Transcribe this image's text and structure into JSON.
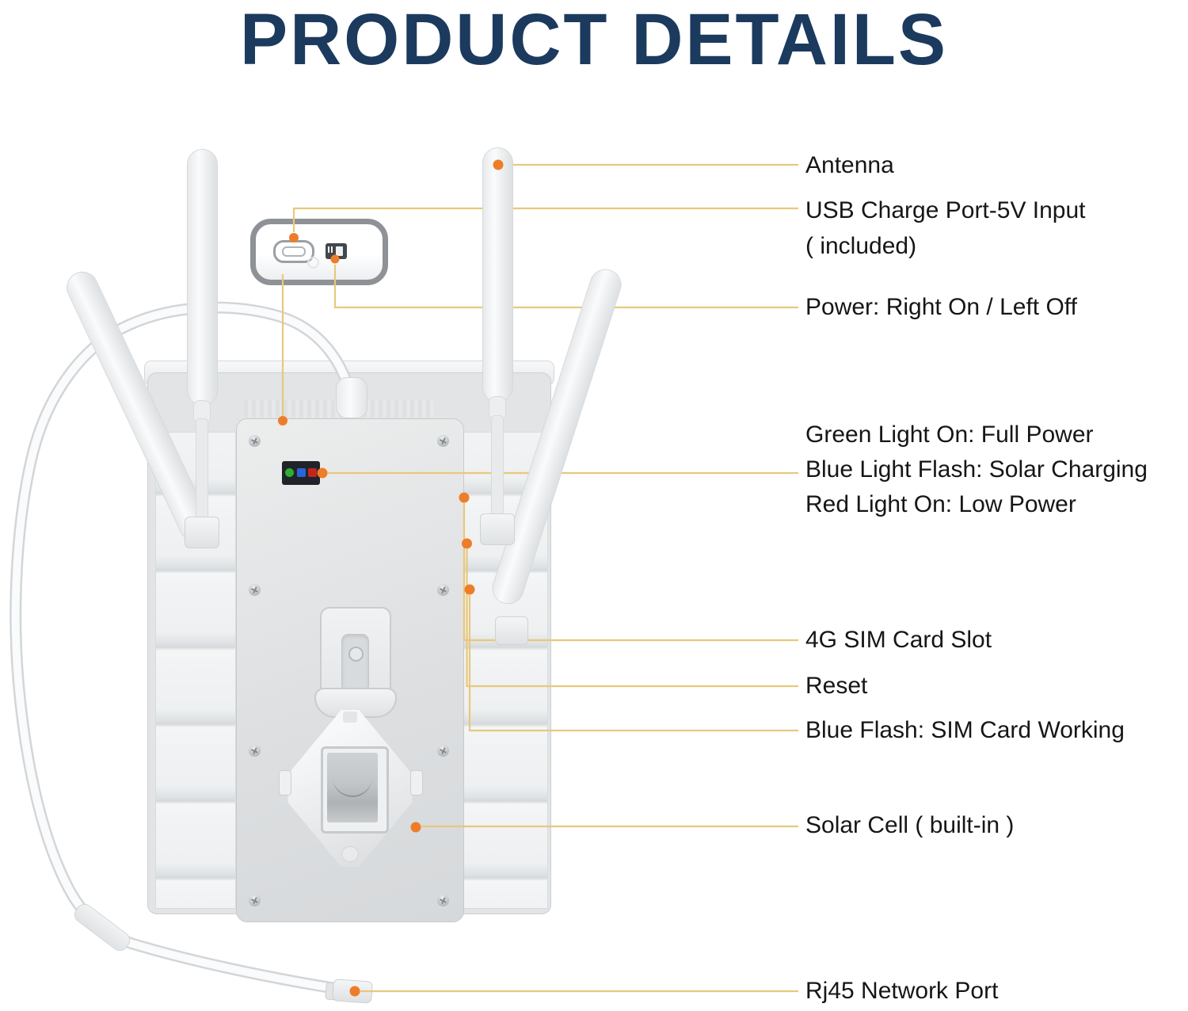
{
  "title": "PRODUCT DETAILS",
  "callouts": {
    "antenna": {
      "label": "Antenna"
    },
    "usb": {
      "line1": "USB Charge Port-5V Input",
      "line2": "( included)"
    },
    "power": {
      "label": "Power: Right On / Left Off"
    },
    "status_leds": {
      "line1": "Green Light On: Full Power",
      "line2": "Blue Light Flash: Solar Charging",
      "line3": "Red Light On: Low Power"
    },
    "sim": {
      "label": "4G SIM Card Slot"
    },
    "reset": {
      "label": "Reset"
    },
    "sim_led": {
      "label": "Blue Flash: SIM Card Working"
    },
    "solar": {
      "label": "Solar Cell ( built-in )"
    },
    "rj45": {
      "label": "Rj45 Network Port"
    }
  },
  "colors": {
    "title_text": "#1b3a5e",
    "label_text": "#161616",
    "callout_line": "#e8c87c",
    "callout_dot": "#ee7d2a",
    "led_green": "#2fae2f",
    "led_blue": "#2b63d9",
    "led_red": "#c3251c",
    "device_body": "#e2e4e6"
  }
}
